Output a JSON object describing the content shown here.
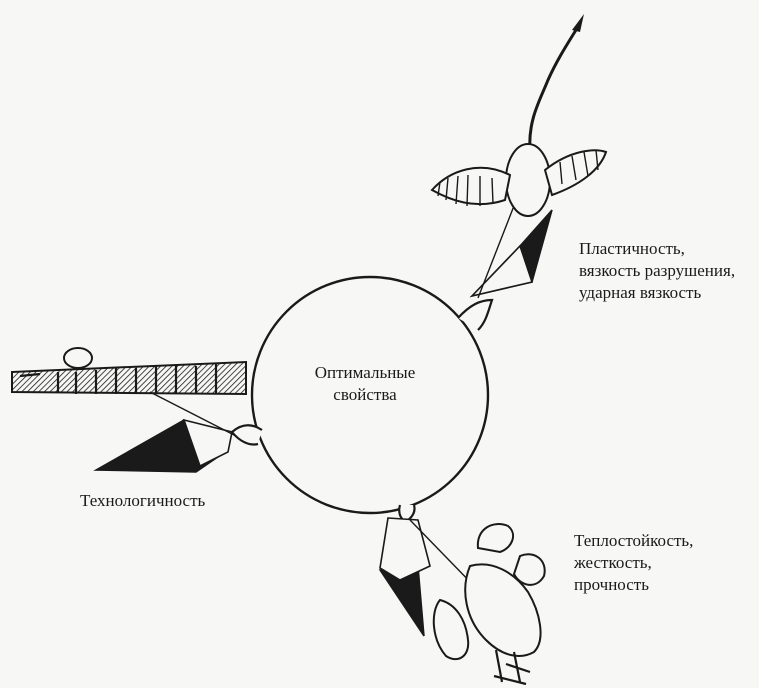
{
  "diagram": {
    "center": {
      "label": "Оптимальные\nсвойства"
    },
    "branches": [
      {
        "id": "top-right",
        "label": "Пластичность,\nвязкость разрушения,\nударная вязкость",
        "figure": "swan-icon"
      },
      {
        "id": "left",
        "label": "Технологичность",
        "figure": "pike-icon"
      },
      {
        "id": "bottom-right",
        "label": "Теплостойкость,\nжесткость,\nпрочность",
        "figure": "crayfish-icon"
      }
    ]
  },
  "colors": {
    "ink": "#1a1a1a",
    "paper": "#f7f7f5"
  }
}
